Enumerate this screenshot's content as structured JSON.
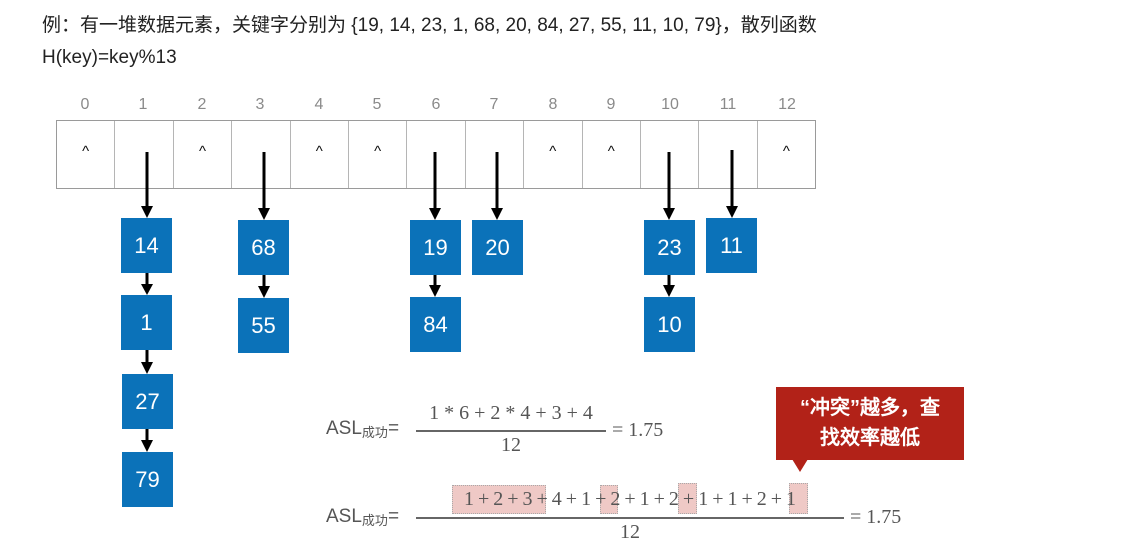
{
  "problem": {
    "line1": "例：有一堆数据元素，关键字分别为 {19, 14, 23, 1, 68, 20, 84, 27, 55, 11, 10, 79}，散列函数",
    "line2": "H(key)=key%13"
  },
  "hash_table": {
    "indices": [
      "0",
      "1",
      "2",
      "3",
      "4",
      "5",
      "6",
      "7",
      "8",
      "9",
      "10",
      "11",
      "12"
    ],
    "null_symbol": "^",
    "slots": [
      {
        "index": "0",
        "chain": []
      },
      {
        "index": "1",
        "chain": [
          "14",
          "1",
          "27",
          "79"
        ]
      },
      {
        "index": "2",
        "chain": []
      },
      {
        "index": "3",
        "chain": [
          "68",
          "55"
        ]
      },
      {
        "index": "4",
        "chain": []
      },
      {
        "index": "5",
        "chain": []
      },
      {
        "index": "6",
        "chain": [
          "19",
          "84"
        ]
      },
      {
        "index": "7",
        "chain": [
          "20"
        ]
      },
      {
        "index": "8",
        "chain": []
      },
      {
        "index": "9",
        "chain": []
      },
      {
        "index": "10",
        "chain": [
          "23",
          "10"
        ]
      },
      {
        "index": "11",
        "chain": [
          "11"
        ]
      },
      {
        "index": "12",
        "chain": []
      }
    ],
    "node_color": "#0b72b9"
  },
  "nodes": {
    "n14": "14",
    "n1": "1",
    "n27": "27",
    "n79": "79",
    "n68": "68",
    "n55": "55",
    "n19": "19",
    "n84": "84",
    "n20": "20",
    "n23": "23",
    "n10": "10",
    "n11": "11"
  },
  "formula1": {
    "label": "ASL",
    "label_sub": "成功",
    "equals": "=",
    "numerator": "1 * 6 + 2 * 4 + 3 + 4",
    "denominator": "12",
    "result": "= 1.75"
  },
  "formula2": {
    "label": "ASL",
    "label_sub": "成功",
    "equals": "=",
    "numerator": "1 + 2 + 3 + 4 + 1 + 2 + 1 + 2 + 1 + 1 + 2 + 1",
    "denominator": "12",
    "result": "= 1.75",
    "highlighted_terms": [
      "2 + 3 + 4",
      "2",
      "2",
      "2"
    ],
    "highlight_color": "#efc9c6"
  },
  "callout": {
    "line1": "“冲突”越多，查",
    "line2": "找效率越低",
    "color": "#b22218"
  }
}
